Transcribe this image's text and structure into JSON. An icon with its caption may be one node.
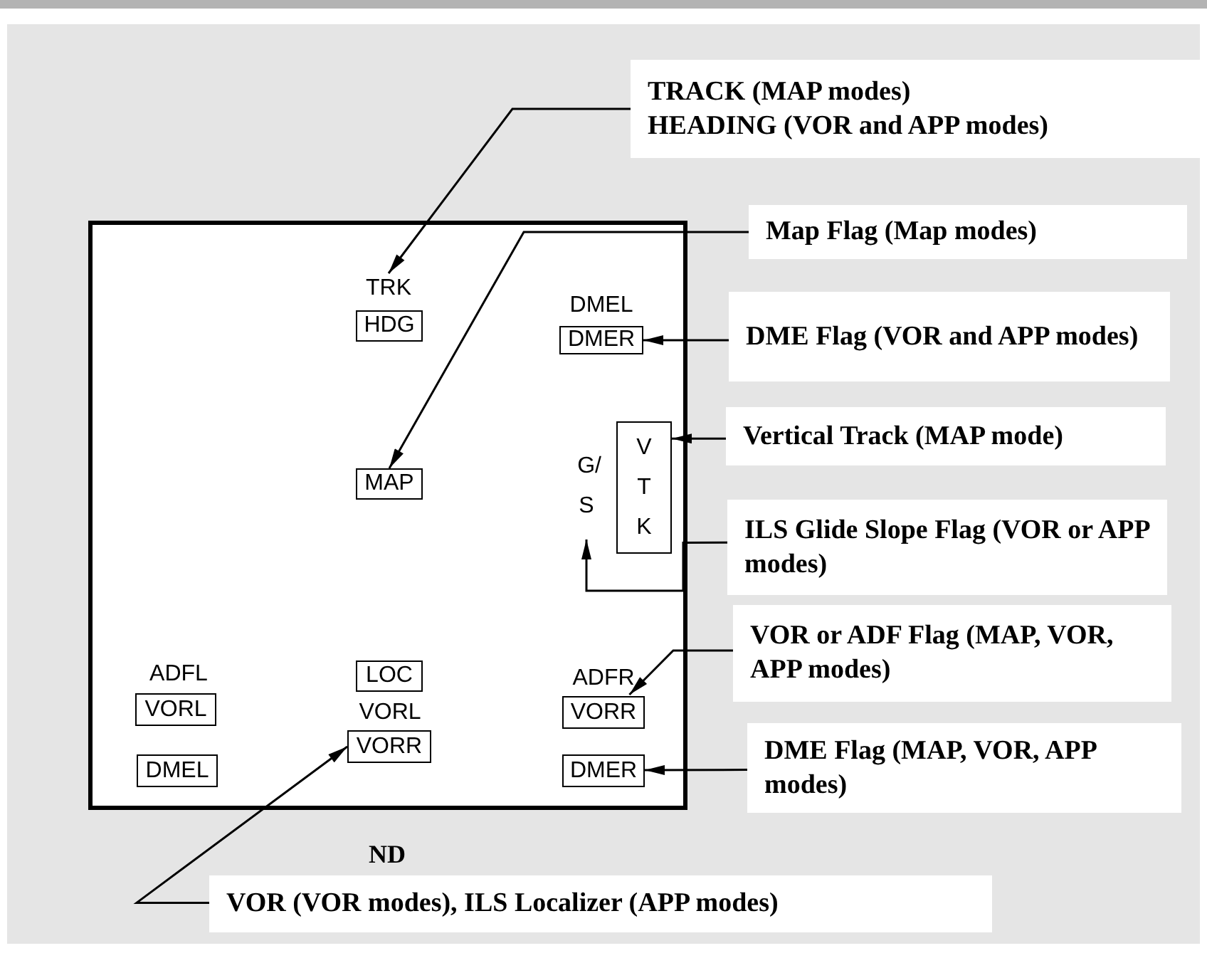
{
  "diagram": {
    "nodes": [
      {
        "text": [
          "ND"
        ]
      },
      {
        "text": [
          "TRK"
        ],
        "in": 0
      },
      {
        "text": [
          "HDG"
        ],
        "in": 0
      },
      {
        "text": [
          "DMER"
        ],
        "in": 0,
        "beside": [
          "DMEL"
        ]
      },
      {
        "text": [
          "MAP"
        ],
        "in": 0
      },
      {
        "text": [
          "G/S"
        ],
        "in": 0
      },
      {
        "text": [
          "VTK"
        ],
        "in": 0
      },
      {
        "text": [
          "LOC"
        ],
        "in": 0
      },
      {
        "text": [
          "VORL"
        ],
        "in": 0,
        "beside": [
          "ADFL"
        ]
      },
      {
        "text": [
          "ADFR"
        ],
        "in": 0
      },
      {
        "text": [
          "VORR"
        ],
        "in": 0
      },
      {
        "text": [
          "VORR"
        ],
        "in": 0
      },
      {
        "text": [
          "DMEL"
        ],
        "in": 0
      },
      {
        "text": [
          "DMER"
        ],
        "in": 0
      },
      {
        "text": [
          "TRACK (MAP modes)",
          "HEADING (VOR and APP modes)"
        ]
      },
      {
        "text": [
          "Map Flag (Map modes)"
        ]
      },
      {
        "text": [
          "DME Flag (VOR and APP modes)"
        ]
      },
      {
        "text": [
          "Vertical Track (MAP mode)"
        ]
      },
      {
        "text": [
          "ILS Glide Slope Flag (VOR or APP modes)"
        ]
      },
      {
        "text": [
          "VOR or ADF Flag (MAP, VOR, APP modes)"
        ]
      },
      {
        "text": [
          "DME Flag (MAP, VOR, APP modes)"
        ]
      },
      {
        "text": [
          "VOR (VOR modes), ILS Localizer (APP modes)"
        ]
      }
    ],
    "edges": [
      {
        "from": 14,
        "to": 1,
        "arrow": "to"
      },
      {
        "from": 15,
        "to": 4,
        "arrow": "to"
      },
      {
        "from": 16,
        "to": 3,
        "arrow": "to"
      },
      {
        "from": 17,
        "to": 6,
        "arrow": "to"
      },
      {
        "from": 18,
        "to": 5,
        "arrow": "to"
      },
      {
        "from": 19,
        "to": 9,
        "arrow": "to"
      },
      {
        "from": 20,
        "to": 13,
        "arrow": "to"
      },
      {
        "from": 21,
        "to": 11,
        "arrow": "to"
      }
    ],
    "labels": [
      "VORL"
    ]
  }
}
